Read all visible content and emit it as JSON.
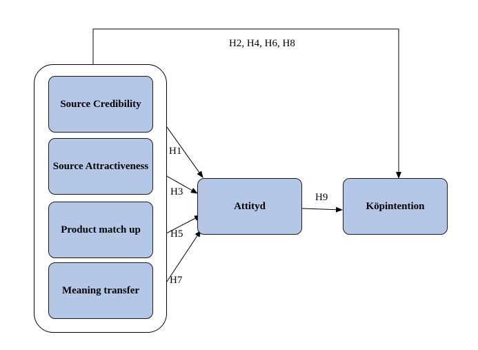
{
  "colors": {
    "box_fill": "#b4c7e7",
    "box_border": "#1a1a1a",
    "line": "#000000",
    "background": "#ffffff"
  },
  "nodes": {
    "source_credibility": "Source Credibility",
    "source_attractiveness": "Source Attractiveness",
    "product_match_up": "Product match up",
    "meaning_transfer": "Meaning transfer",
    "attityd": "Attityd",
    "kopintention": "Köpintention"
  },
  "edges": {
    "h1": "H1",
    "h3": "H3",
    "h5": "H5",
    "h7": "H7",
    "h9": "H9",
    "top_path": "H2, H4, H6, H8"
  }
}
